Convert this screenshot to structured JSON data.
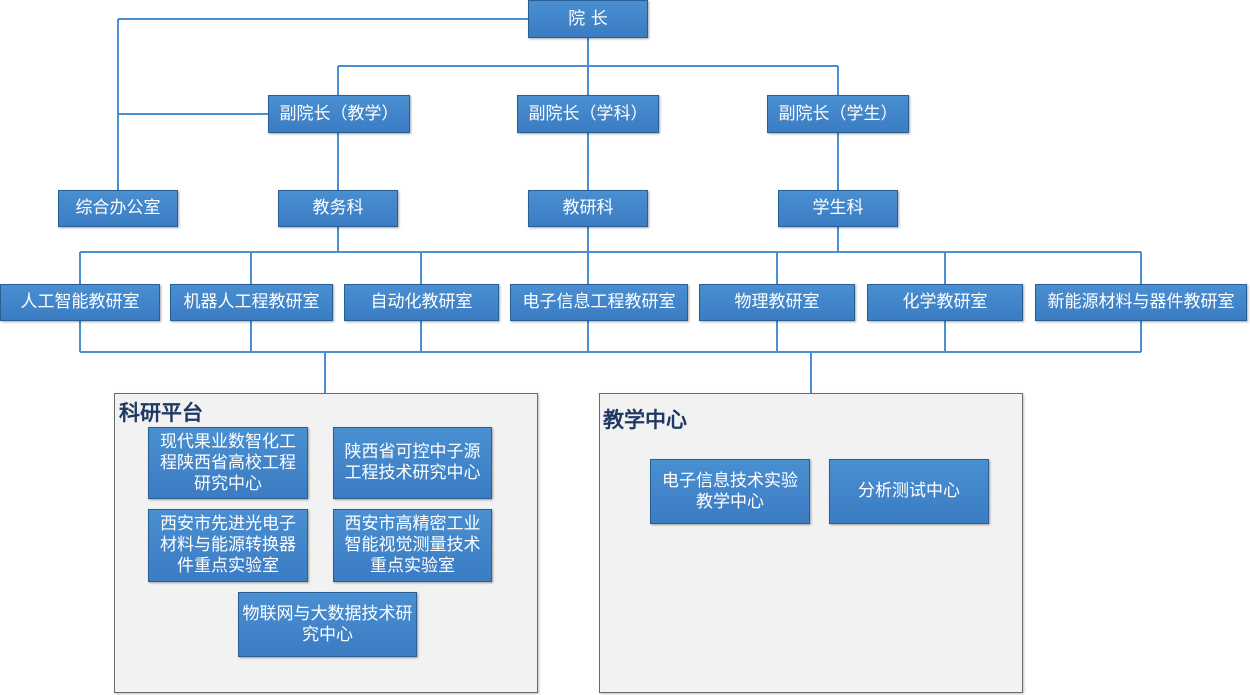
{
  "colors": {
    "node_fill": "#3f83c9",
    "node_border": "#2a5f96",
    "connector": "#4a8fd2",
    "container_fill": "#f2f2f2",
    "container_title": "#1f3864"
  },
  "nodes": {
    "dean": "院 长",
    "vp_teaching": "副院长（教学）",
    "vp_discipline": "副院长（学科）",
    "vp_student": "副院长（学生）",
    "general_office": "综合办公室",
    "academic_affairs": "教务科",
    "research_section": "教研科",
    "student_section": "学生科"
  },
  "teaching_offices": [
    "人工智能教研室",
    "机器人工程教研室",
    "自动化教研室",
    "电子信息工程教研室",
    "物理教研室",
    "化学教研室",
    "新能源材料与器件教研室"
  ],
  "research_platform": {
    "title": "科研平台",
    "items": [
      "现代果业数智化工程陕西省高校工程研究中心",
      "陕西省可控中子源工程技术研究中心",
      "西安市先进光电子材料与能源转换器件重点实验室",
      "西安市高精密工业智能视觉测量技术重点实验室",
      "物联网与大数据技术研究中心"
    ]
  },
  "teaching_center": {
    "title": "教学中心",
    "items": [
      "电子信息技术实验教学中心",
      "分析测试中心"
    ]
  }
}
